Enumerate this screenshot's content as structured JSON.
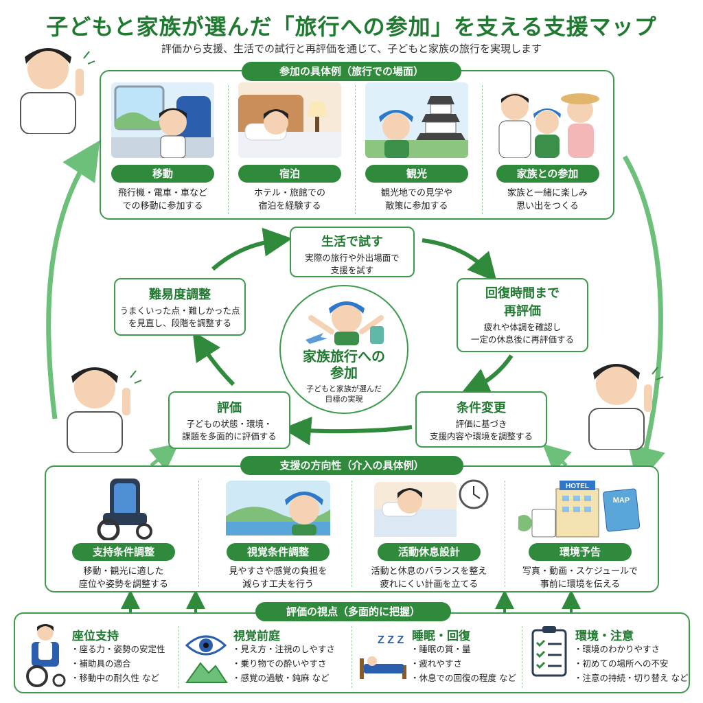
{
  "header": {
    "title": "子どもと家族が選んだ「旅行への参加」を支える支援マップ",
    "subtitle": "評価から支援、生活での試行と再評価を通じて、子どもと家族の旅行を実現します"
  },
  "examples": {
    "heading": "参加の具体例（旅行での場面）",
    "cards": [
      {
        "label": "移動",
        "desc1": "飛行機・電車・車など",
        "desc2": "での移動に参加する"
      },
      {
        "label": "宿泊",
        "desc1": "ホテル・旅館での",
        "desc2": "宿泊を経験する"
      },
      {
        "label": "観光",
        "desc1": "観光地での見学や",
        "desc2": "散策に参加する"
      },
      {
        "label": "家族との参加",
        "desc1": "家族と一緒に楽しみ",
        "desc2": "思い出をつくる"
      }
    ]
  },
  "cycle": {
    "center_title1": "家族旅行への",
    "center_title2": "参加",
    "center_sub1": "子どもと家族が選んだ",
    "center_sub2": "目標の実現",
    "try": {
      "title": "生活で試す",
      "line1": "実際の旅行や外出場面で",
      "line2": "支援を試す"
    },
    "reeval": {
      "title1": "回復時間まで",
      "title2": "再評価",
      "line1": "疲れや体調を確認し",
      "line2": "一定の休息後に再評価する"
    },
    "change": {
      "title": "条件変更",
      "line1": "評価に基づき",
      "line2": "支援内容や環境を調整する"
    },
    "eval": {
      "title": "評価",
      "line1": "子どもの状態・環境・",
      "line2": "課題を多面的に評価する"
    },
    "difficulty": {
      "title": "難易度調整",
      "line1": "うまくいった点・難しかった点",
      "line2": "を見直し、段階を調整する"
    }
  },
  "support": {
    "heading": "支援の方向性（介入の具体例）",
    "hotel_sign": "HOTEL",
    "map_sign": "MAP",
    "cards": [
      {
        "label": "支持条件調整",
        "desc1": "移動・観光に適した",
        "desc2": "座位や姿勢を調整する"
      },
      {
        "label": "視覚条件調整",
        "desc1": "見やすさや感覚の負担を",
        "desc2": "減らす工夫を行う"
      },
      {
        "label": "活動休息設計",
        "desc1": "活動と休息のバランスを整え",
        "desc2": "疲れにくい計画を立てる"
      },
      {
        "label": "環境予告",
        "desc1": "写真・動画・スケジュールで",
        "desc2": "事前に環境を伝える"
      }
    ]
  },
  "perspectives": {
    "heading": "評価の視点（多面的に把握）",
    "zzz": "Z Z Z",
    "items": [
      {
        "title": "座位支持",
        "b1": "座る力・姿勢の安定性",
        "b2": "補助具の適合",
        "b3": "移動中の耐久性 など"
      },
      {
        "title": "視覚前庭",
        "b1": "見え方・注視のしやすさ",
        "b2": "乗り物での酔いやすさ",
        "b3": "感覚の過敏・鈍麻 など"
      },
      {
        "title": "睡眠・回復",
        "b1": "睡眠の質・量",
        "b2": "疲れやすさ",
        "b3": "休息での回復の程度 など"
      },
      {
        "title": "環境・注意",
        "b1": "環境のわかりやすさ",
        "b2": "初めての場所への不安",
        "b3": "注意の持続・切り替え など"
      }
    ]
  },
  "colors": {
    "primary": "#2f8a3c",
    "title": "#1f7a30",
    "arrow": "#6cc07a"
  }
}
